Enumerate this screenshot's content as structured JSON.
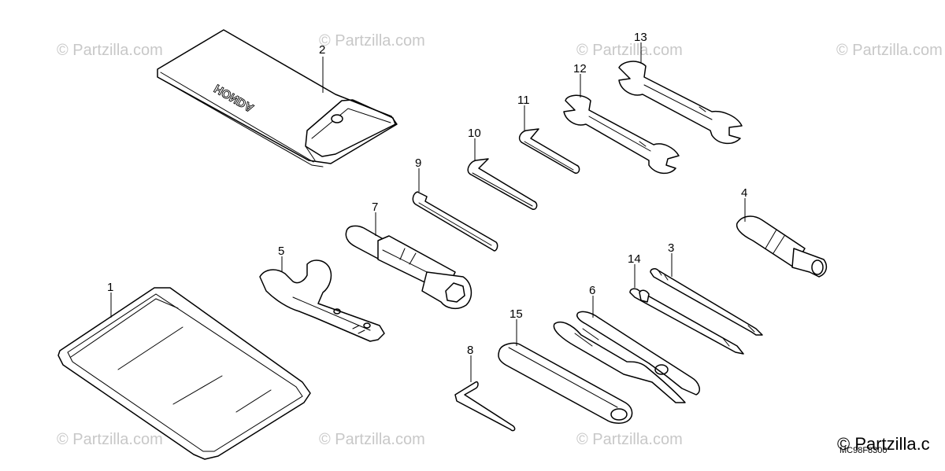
{
  "watermark": {
    "text": "© Partzilla.com",
    "text_cut": "© Partzilla.c",
    "color": "#c8c8c8"
  },
  "diagram_code": "MC98F8300",
  "bag_brand": "HONDA",
  "callouts": [
    "1",
    "2",
    "3",
    "4",
    "5",
    "6",
    "7",
    "8",
    "9",
    "10",
    "11",
    "12",
    "13",
    "14",
    "15"
  ],
  "icons": {
    "bag": "tool-bag-icon",
    "pouch": "plastic-pouch-icon",
    "hex_key": "hex-key-icon",
    "open_wrench": "open-end-wrench-icon",
    "pin_spanner": "pin-spanner-icon",
    "socket": "socket-wrench-icon",
    "pliers": "pliers-icon",
    "screwdriver": "screwdriver-icon",
    "handle": "screwdriver-handle-icon",
    "grip": "extension-grip-icon"
  }
}
